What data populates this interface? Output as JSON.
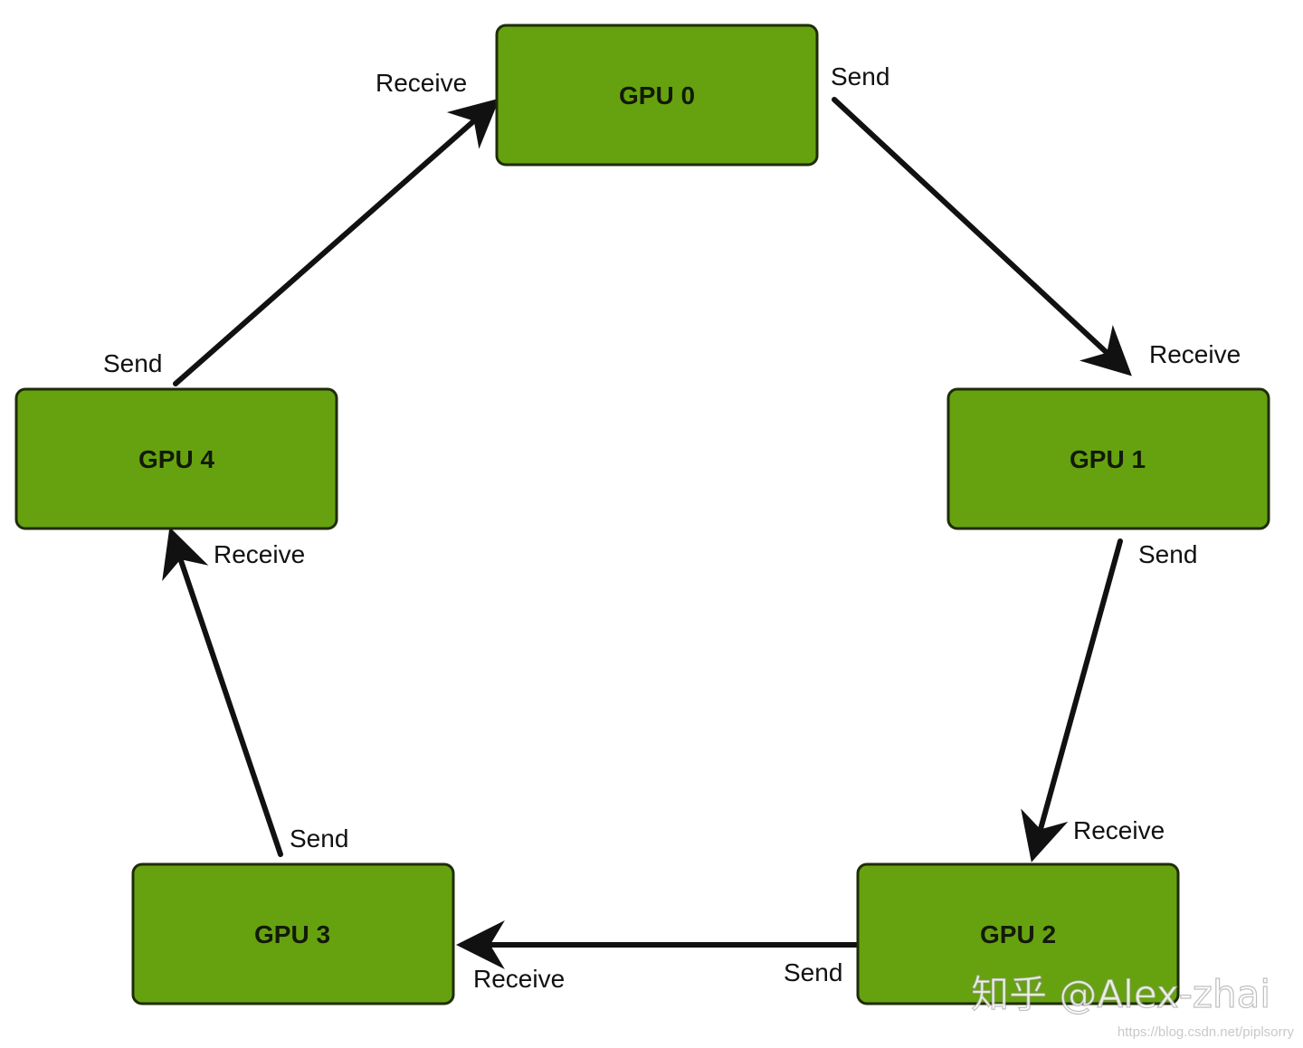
{
  "nodes": [
    {
      "id": "gpu0",
      "label": "GPU 0"
    },
    {
      "id": "gpu1",
      "label": "GPU 1"
    },
    {
      "id": "gpu2",
      "label": "GPU 2"
    },
    {
      "id": "gpu3",
      "label": "GPU 3"
    },
    {
      "id": "gpu4",
      "label": "GPU 4"
    }
  ],
  "edges": [
    {
      "from": "gpu0",
      "to": "gpu1",
      "send_label": "Send",
      "receive_label": "Receive"
    },
    {
      "from": "gpu1",
      "to": "gpu2",
      "send_label": "Send",
      "receive_label": "Receive"
    },
    {
      "from": "gpu2",
      "to": "gpu3",
      "send_label": "Send",
      "receive_label": "Receive"
    },
    {
      "from": "gpu3",
      "to": "gpu4",
      "send_label": "Send",
      "receive_label": "Receive"
    },
    {
      "from": "gpu4",
      "to": "gpu0",
      "send_label": "Send",
      "receive_label": "Receive"
    }
  ],
  "watermark": {
    "text": "知乎 @Alex-zhai",
    "url": "https://blog.csdn.net/piplsorry"
  },
  "colors": {
    "node_fill": "#66a20f",
    "node_stroke": "#1f2c08",
    "arrow": "#111111"
  }
}
